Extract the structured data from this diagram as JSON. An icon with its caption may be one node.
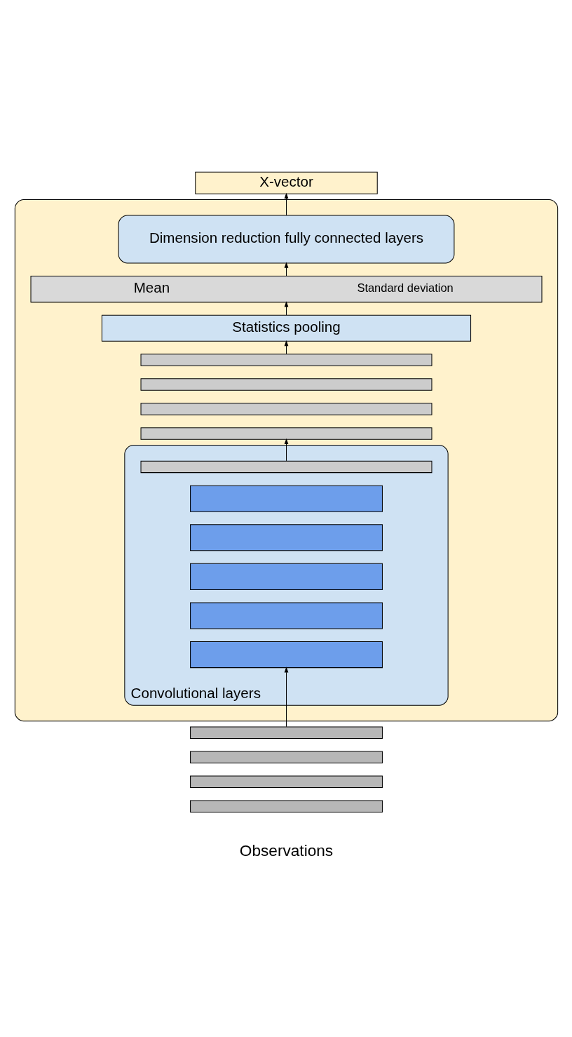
{
  "diagram": {
    "nodes": [
      {
        "text": [
          "X-vector"
        ]
      },
      {
        "text": [],
        "shape": "box"
      },
      {
        "text": [
          "Dimension reduction fully connected layers"
        ],
        "in": 1
      },
      {
        "text": [
          "Mean",
          "Standard deviation"
        ],
        "in": 1
      },
      {
        "text": [
          "Statistics pooling"
        ],
        "in": 1
      },
      {
        "text": [],
        "shape": "bar",
        "in": 1
      },
      {
        "text": [],
        "shape": "bar",
        "in": 1
      },
      {
        "text": [],
        "shape": "bar",
        "in": 1
      },
      {
        "text": [],
        "shape": "bar",
        "in": 1
      },
      {
        "text": [
          "Convolutional layers"
        ],
        "in": 1
      },
      {
        "text": [],
        "shape": "bar",
        "in": 9
      },
      {
        "text": [],
        "shape": "bar",
        "in": 9
      },
      {
        "text": [],
        "shape": "bar",
        "in": 9
      },
      {
        "text": [],
        "shape": "bar",
        "in": 9
      },
      {
        "text": [],
        "shape": "bar",
        "in": 9
      },
      {
        "text": [],
        "shape": "bar",
        "in": 9
      },
      {
        "text": [],
        "shape": "bar"
      },
      {
        "text": [],
        "shape": "bar"
      },
      {
        "text": [],
        "shape": "bar"
      },
      {
        "text": [],
        "shape": "bar"
      }
    ],
    "edges": [
      {
        "from": 2,
        "to": 0,
        "arrow": "to"
      },
      {
        "from": 3,
        "to": 2,
        "arrow": "to"
      },
      {
        "from": 4,
        "to": 3,
        "arrow": "to"
      },
      {
        "from": 5,
        "to": 4,
        "arrow": "to"
      },
      {
        "from": 10,
        "to": 8,
        "arrow": "to"
      },
      {
        "from": 16,
        "to": 15,
        "arrow": "to"
      }
    ],
    "labels": [
      "Observations"
    ]
  }
}
